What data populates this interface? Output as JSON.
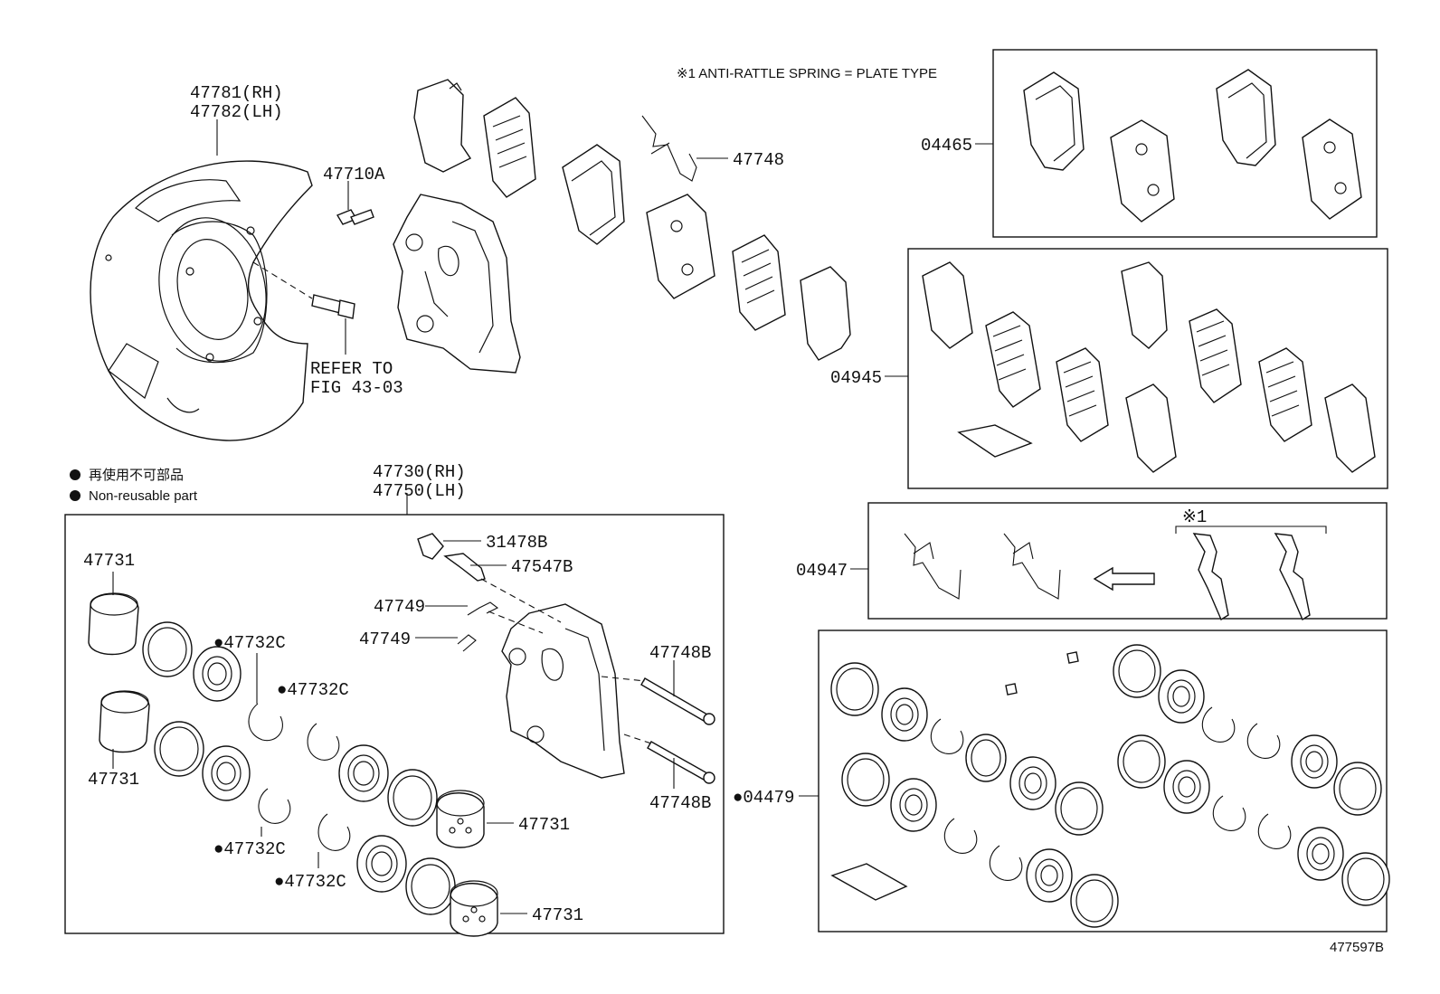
{
  "note_plate_type": "※1 ANTI-RATTLE SPRING = PLATE TYPE",
  "legend": {
    "non_reusable_jp": "再使用不可部品",
    "non_reusable_en": "Non-reusable part"
  },
  "labels": {
    "dust_cover_rh": "47781(RH)",
    "dust_cover_lh": "47782(LH)",
    "bolt": "47710A",
    "refer_to": "REFER TO",
    "refer_fig": "FIG 43-03",
    "spring": "47748",
    "pad_kit_a": "04465",
    "pad_kit_b": "04945",
    "spring_kit": "04947",
    "spring_mark": "※1",
    "cylinder_rh": "47730(RH)",
    "cylinder_lh": "47750(LH)",
    "cap": "31478B",
    "bleeder": "47547B",
    "clip_a": "47749",
    "clip_b": "47749",
    "pin_a": "47748B",
    "pin_b": "47748B",
    "piston_1": "47731",
    "piston_2": "47731",
    "piston_3": "47731",
    "piston_4": "47731",
    "seal_1": "●47732C",
    "seal_2": "●47732C",
    "seal_3": "●47732C",
    "seal_4": "●47732C",
    "cylinder_kit": "●04479",
    "diagram_id": "477597B"
  }
}
